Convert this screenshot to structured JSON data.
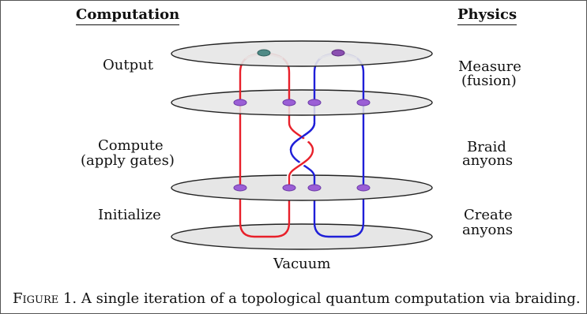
{
  "headers": {
    "left": "Computation",
    "right": "Physics"
  },
  "left_labels": {
    "output": "Output",
    "compute_1": "Compute",
    "compute_2": "(apply gates)",
    "initialize": "Initialize"
  },
  "right_labels": {
    "measure_1": "Measure",
    "measure_2": "(fusion)",
    "braid_1": "Braid",
    "braid_2": "anyons",
    "create_1": "Create",
    "create_2": "anyons"
  },
  "bottom_label": "Vacuum",
  "caption": {
    "figure": "Figure 1.",
    "text": " A single iteration of a topological quantum computation via braiding."
  },
  "colors": {
    "red": "#e8202a",
    "blue": "#1f1fd8",
    "plane_fill": "#e6e6e6",
    "anyon_fill": "#9b5fd6"
  }
}
